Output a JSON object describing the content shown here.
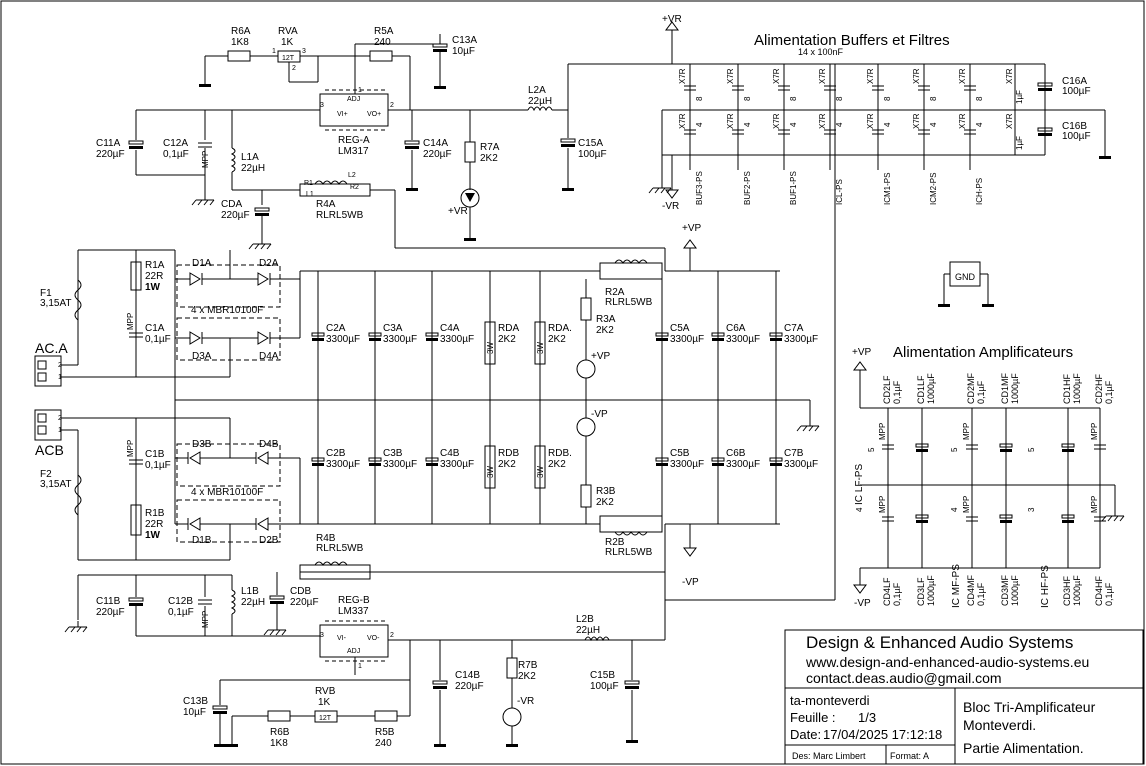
{
  "schematic": {
    "sections": {
      "buffers": "Alimentation Buffers et Filtres",
      "buffers_caps": "14 x 100nF",
      "amps": "Alimentation Amplificateurs"
    },
    "rails": {
      "vr_plus": "+VR",
      "vr_minus": "-VR",
      "vp_plus": "+VP",
      "vp_minus": "-VP",
      "gnd": "GND"
    },
    "regulators": [
      {
        "ref": "REG-A",
        "part": "LM317",
        "adj": "ADJ",
        "vi": "VI+",
        "vo": "VO+",
        "p1": "1",
        "p2": "2",
        "p3": "3"
      },
      {
        "ref": "REG-B",
        "part": "LM337",
        "adj": "ADJ",
        "vi": "VI-",
        "vo": "VO-",
        "p1": "1",
        "p2": "2",
        "p3": "3"
      }
    ],
    "fuses": [
      {
        "ref": "F1",
        "value": "3,15AT"
      },
      {
        "ref": "F2",
        "value": "3,15AT"
      }
    ],
    "connectors": [
      {
        "ref": "AC.A",
        "pin1": "1",
        "pin2": "2"
      },
      {
        "ref": "ACB",
        "pin1": "1",
        "pin2": "2"
      }
    ],
    "bridges": [
      "4 x MBR10100F",
      "4 x MBR10100F"
    ],
    "diodes": [
      "D1A",
      "D2A",
      "D3A",
      "D4A",
      "D3B",
      "D4B",
      "D1B",
      "D2B"
    ],
    "mpp": "MPP",
    "r1a": {
      "ref": "R1A",
      "value": "22R",
      "power": "1W",
      "power_b": "1W"
    },
    "r1b": {
      "ref": "R1B",
      "value": "22R",
      "power": "1W",
      "power_b": "1W"
    },
    "c1a": {
      "ref": "C1A",
      "value": "0,1µF"
    },
    "c1b": {
      "ref": "C1B",
      "value": "0,1µF"
    },
    "top": {
      "r6a": {
        "ref": "R6A",
        "value": "1K8"
      },
      "rva": {
        "ref": "RVA",
        "value": "1K",
        "part": "12T",
        "p1": "1",
        "p2": "2",
        "p3": "3"
      },
      "r5a": {
        "ref": "R5A",
        "value": "240"
      },
      "c13a": {
        "ref": "C13A",
        "value": "10µF"
      },
      "c11a": {
        "ref": "C11A",
        "value": "220µF"
      },
      "c12a": {
        "ref": "C12A",
        "value": "0,1µF"
      },
      "l1a": {
        "ref": "L1A",
        "value": "22µH"
      },
      "cda": {
        "ref": "CDA",
        "value": "220µF"
      },
      "r4a": {
        "ref": "R4A",
        "value": "RLRL5WB",
        "r1": "R1",
        "r2": "R2",
        "l1": "L1",
        "l2": "L2"
      },
      "c14a": {
        "ref": "C14A",
        "value": "220µF"
      },
      "r7a": {
        "ref": "R7A",
        "value": "2K2"
      },
      "l2a": {
        "ref": "L2A",
        "value": "22µH"
      },
      "c15a": {
        "ref": "C15A",
        "value": "100µF"
      }
    },
    "caps_main_top": [
      {
        "ref": "C2A",
        "value": "3300µF"
      },
      {
        "ref": "C3A",
        "value": "3300µF"
      },
      {
        "ref": "C4A",
        "value": "3300µF"
      },
      {
        "ref": "RDA",
        "value": "2K2",
        "power": "3W"
      },
      {
        "ref": "RDA.",
        "value": "2K2",
        "power": "3W"
      },
      {
        "ref": "C5A",
        "value": "3300µF"
      },
      {
        "ref": "C6A",
        "value": "3300µF"
      },
      {
        "ref": "C7A",
        "value": "3300µF"
      }
    ],
    "caps_main_bot": [
      {
        "ref": "C2B",
        "value": "3300µF"
      },
      {
        "ref": "C3B",
        "value": "3300µF"
      },
      {
        "ref": "C4B",
        "value": "3300µF"
      },
      {
        "ref": "RDB",
        "value": "2K2",
        "power": "3W"
      },
      {
        "ref": "RDB.",
        "value": "2K2",
        "power": "3W"
      },
      {
        "ref": "C5B",
        "value": "3300µF"
      },
      {
        "ref": "C6B",
        "value": "3300µF"
      },
      {
        "ref": "C7B",
        "value": "3300µF"
      }
    ],
    "r2a": {
      "ref": "R2A",
      "value": "RLRL5WB"
    },
    "r2b": {
      "ref": "R2B",
      "value": "RLRL5WB"
    },
    "r3a": {
      "ref": "R3A",
      "value": "2K2"
    },
    "r3b": {
      "ref": "R3B",
      "value": "2K2"
    },
    "bottom": {
      "r4b": {
        "ref": "R4B",
        "value": "RLRL5WB"
      },
      "c11b": {
        "ref": "C11B",
        "value": "220µF"
      },
      "c12b": {
        "ref": "C12B",
        "value": "0,1µF"
      },
      "l1b": {
        "ref": "L1B",
        "value": "22µH"
      },
      "cdb": {
        "ref": "CDB",
        "value": "220µF"
      },
      "c13b": {
        "ref": "C13B",
        "value": "10µF"
      },
      "rvb": {
        "ref": "RVB",
        "value": "1K",
        "part": "12T"
      },
      "r6b": {
        "ref": "R6B",
        "value": "1K8"
      },
      "r5b": {
        "ref": "R5B",
        "value": "240"
      },
      "c14b": {
        "ref": "C14B",
        "value": "220µF"
      },
      "r7b": {
        "ref": "R7B",
        "value": "2K2"
      },
      "l2b": {
        "ref": "L2B",
        "value": "22µH"
      },
      "c15b": {
        "ref": "C15B",
        "value": "100µF"
      }
    },
    "buf_nets": [
      "BUF3-PS",
      "BUF2-PS",
      "BUF1-PS",
      "ICL-PS",
      "ICM1-PS",
      "ICM2-PS",
      "ICH-PS"
    ],
    "x7r": "X7R",
    "c16a": {
      "ref": "C16A",
      "value": "100µF"
    },
    "c16b": {
      "ref": "C16B",
      "value": "100µF"
    },
    "one_uf": "1µF",
    "amp_caps_top": [
      {
        "ref": "CD2LF",
        "value": "0,1µF"
      },
      {
        "ref": "CD1LF",
        "value": "1000µF"
      },
      {
        "ref": "CD2MF",
        "value": "0,1µF"
      },
      {
        "ref": "CD1MF",
        "value": "1000µF"
      },
      {
        "ref": "CD1HF",
        "value": "1000µF"
      },
      {
        "ref": "CD2HF",
        "value": "0,1µF"
      }
    ],
    "amp_caps_bot": [
      {
        "ref": "CD4LF",
        "value": "0,1µF"
      },
      {
        "ref": "CD3LF",
        "value": "1000µF"
      },
      {
        "ref": "CD4MF",
        "value": "0,1µF"
      },
      {
        "ref": "CD3MF",
        "value": "1000µF"
      },
      {
        "ref": "CD3HF",
        "value": "1000µF"
      },
      {
        "ref": "CD4HF",
        "value": "0,1µF"
      }
    ],
    "amp_nets": [
      "IC LF-PS",
      "IC MF-PS",
      "IC HF-PS"
    ]
  },
  "title_block": {
    "company": "Design & Enhanced Audio Systems",
    "website": "www.design-and-enhanced-audio-systems.eu",
    "email": "contact.deas.audio@gmail.com",
    "file": "ta-monteverdi",
    "sheet_label": "Feuille :",
    "sheet_value": "1/3",
    "date_label": "Date:",
    "date_value": "17/04/2025 17:12:18",
    "designer": "Des: Marc Limbert",
    "format": "Format: A",
    "title1": "Bloc Tri-Amplificateur",
    "title2": "Monteverdi.",
    "title3": "Partie Alimentation."
  }
}
